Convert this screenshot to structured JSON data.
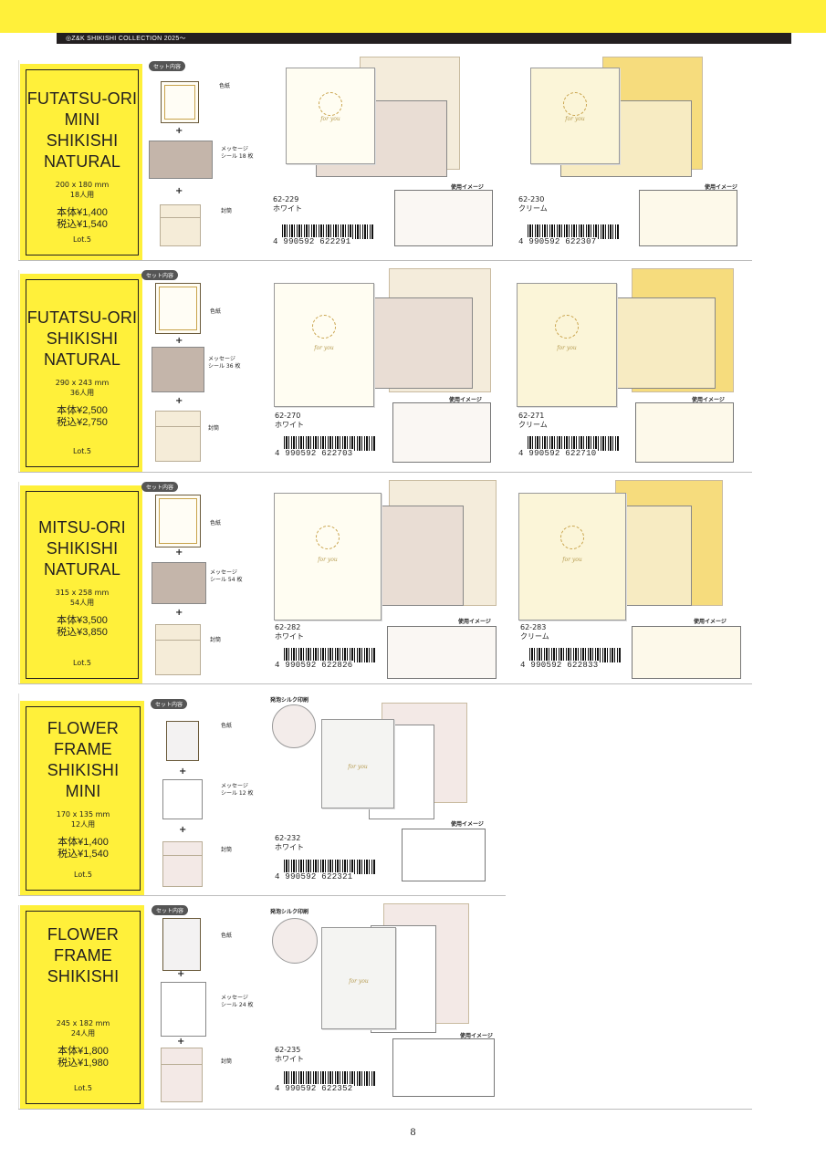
{
  "header": {
    "brand_line": "◎Z&K SHIKISHI COLLECTION 2025～"
  },
  "page_number": "8",
  "colors": {
    "accent_yellow": "#fff03a",
    "header_black": "#231f20",
    "white_env": "#f4ecdb",
    "cream_env": "#f6dc7d",
    "flower_env": "#f3e9e6"
  },
  "products": [
    {
      "title": "FUTATSU-ORI\nMINI\nSHIKISHI\nNATURAL",
      "size": "200 x 180 mm\n18人用",
      "price": "本体¥1,400\n税込¥1,540",
      "lot": "Lot.5",
      "set_label": "セット内容",
      "contents": [
        "色紙",
        "メッセージ\nシール 18 枚",
        "封筒"
      ],
      "variants": [
        {
          "code": "62-229",
          "color": "ホワイト",
          "barcode": "4 990592 622291",
          "usage": "使用イメージ"
        },
        {
          "code": "62-230",
          "color": "クリーム",
          "barcode": "4 990592 622307",
          "usage": "使用イメージ"
        }
      ]
    },
    {
      "title": "FUTATSU-ORI\nSHIKISHI\nNATURAL",
      "size": "290 x 243 mm\n36人用",
      "price": "本体¥2,500\n税込¥2,750",
      "lot": "Lot.5",
      "set_label": "セット内容",
      "contents": [
        "色紙",
        "メッセージ\nシール 36 枚",
        "封筒"
      ],
      "variants": [
        {
          "code": "62-270",
          "color": "ホワイト",
          "barcode": "4 990592 622703",
          "usage": "使用イメージ"
        },
        {
          "code": "62-271",
          "color": "クリーム",
          "barcode": "4 990592 622710",
          "usage": "使用イメージ"
        }
      ]
    },
    {
      "title": "MITSU-ORI\nSHIKISHI\nNATURAL",
      "size": "315 x 258 mm\n54人用",
      "price": "本体¥3,500\n税込¥3,850",
      "lot": "Lot.5",
      "set_label": "セット内容",
      "contents": [
        "色紙",
        "メッセージ\nシール 54 枚",
        "封筒"
      ],
      "variants": [
        {
          "code": "62-282",
          "color": "ホワイト",
          "barcode": "4 990592 622826",
          "usage": "使用イメージ"
        },
        {
          "code": "62-283",
          "color": "クリーム",
          "barcode": "4 990592 622833",
          "usage": "使用イメージ"
        }
      ]
    },
    {
      "title": "FLOWER\nFRAME\nSHIKISHI\nMINI",
      "size": "170 x 135 mm\n12人用",
      "price": "本体¥1,400\n税込¥1,540",
      "lot": "Lot.5",
      "set_label": "セット内容",
      "contents": [
        "色紙",
        "メッセージ\nシール 12 枚",
        "封筒"
      ],
      "silk": "発泡シルク印刷",
      "variants": [
        {
          "code": "62-232",
          "color": "ホワイト",
          "barcode": "4 990592 622321",
          "usage": "使用イメージ"
        }
      ]
    },
    {
      "title": "FLOWER\nFRAME\nSHIKISHI",
      "size": "245 x 182 mm\n24人用",
      "price": "本体¥1,800\n税込¥1,980",
      "lot": "Lot.5",
      "set_label": "セット内容",
      "contents": [
        "色紙",
        "メッセージ\nシール 24 枚",
        "封筒"
      ],
      "silk": "発泡シルク印刷",
      "variants": [
        {
          "code": "62-235",
          "color": "ホワイト",
          "barcode": "4 990592 622352",
          "usage": "使用イメージ"
        }
      ]
    }
  ]
}
